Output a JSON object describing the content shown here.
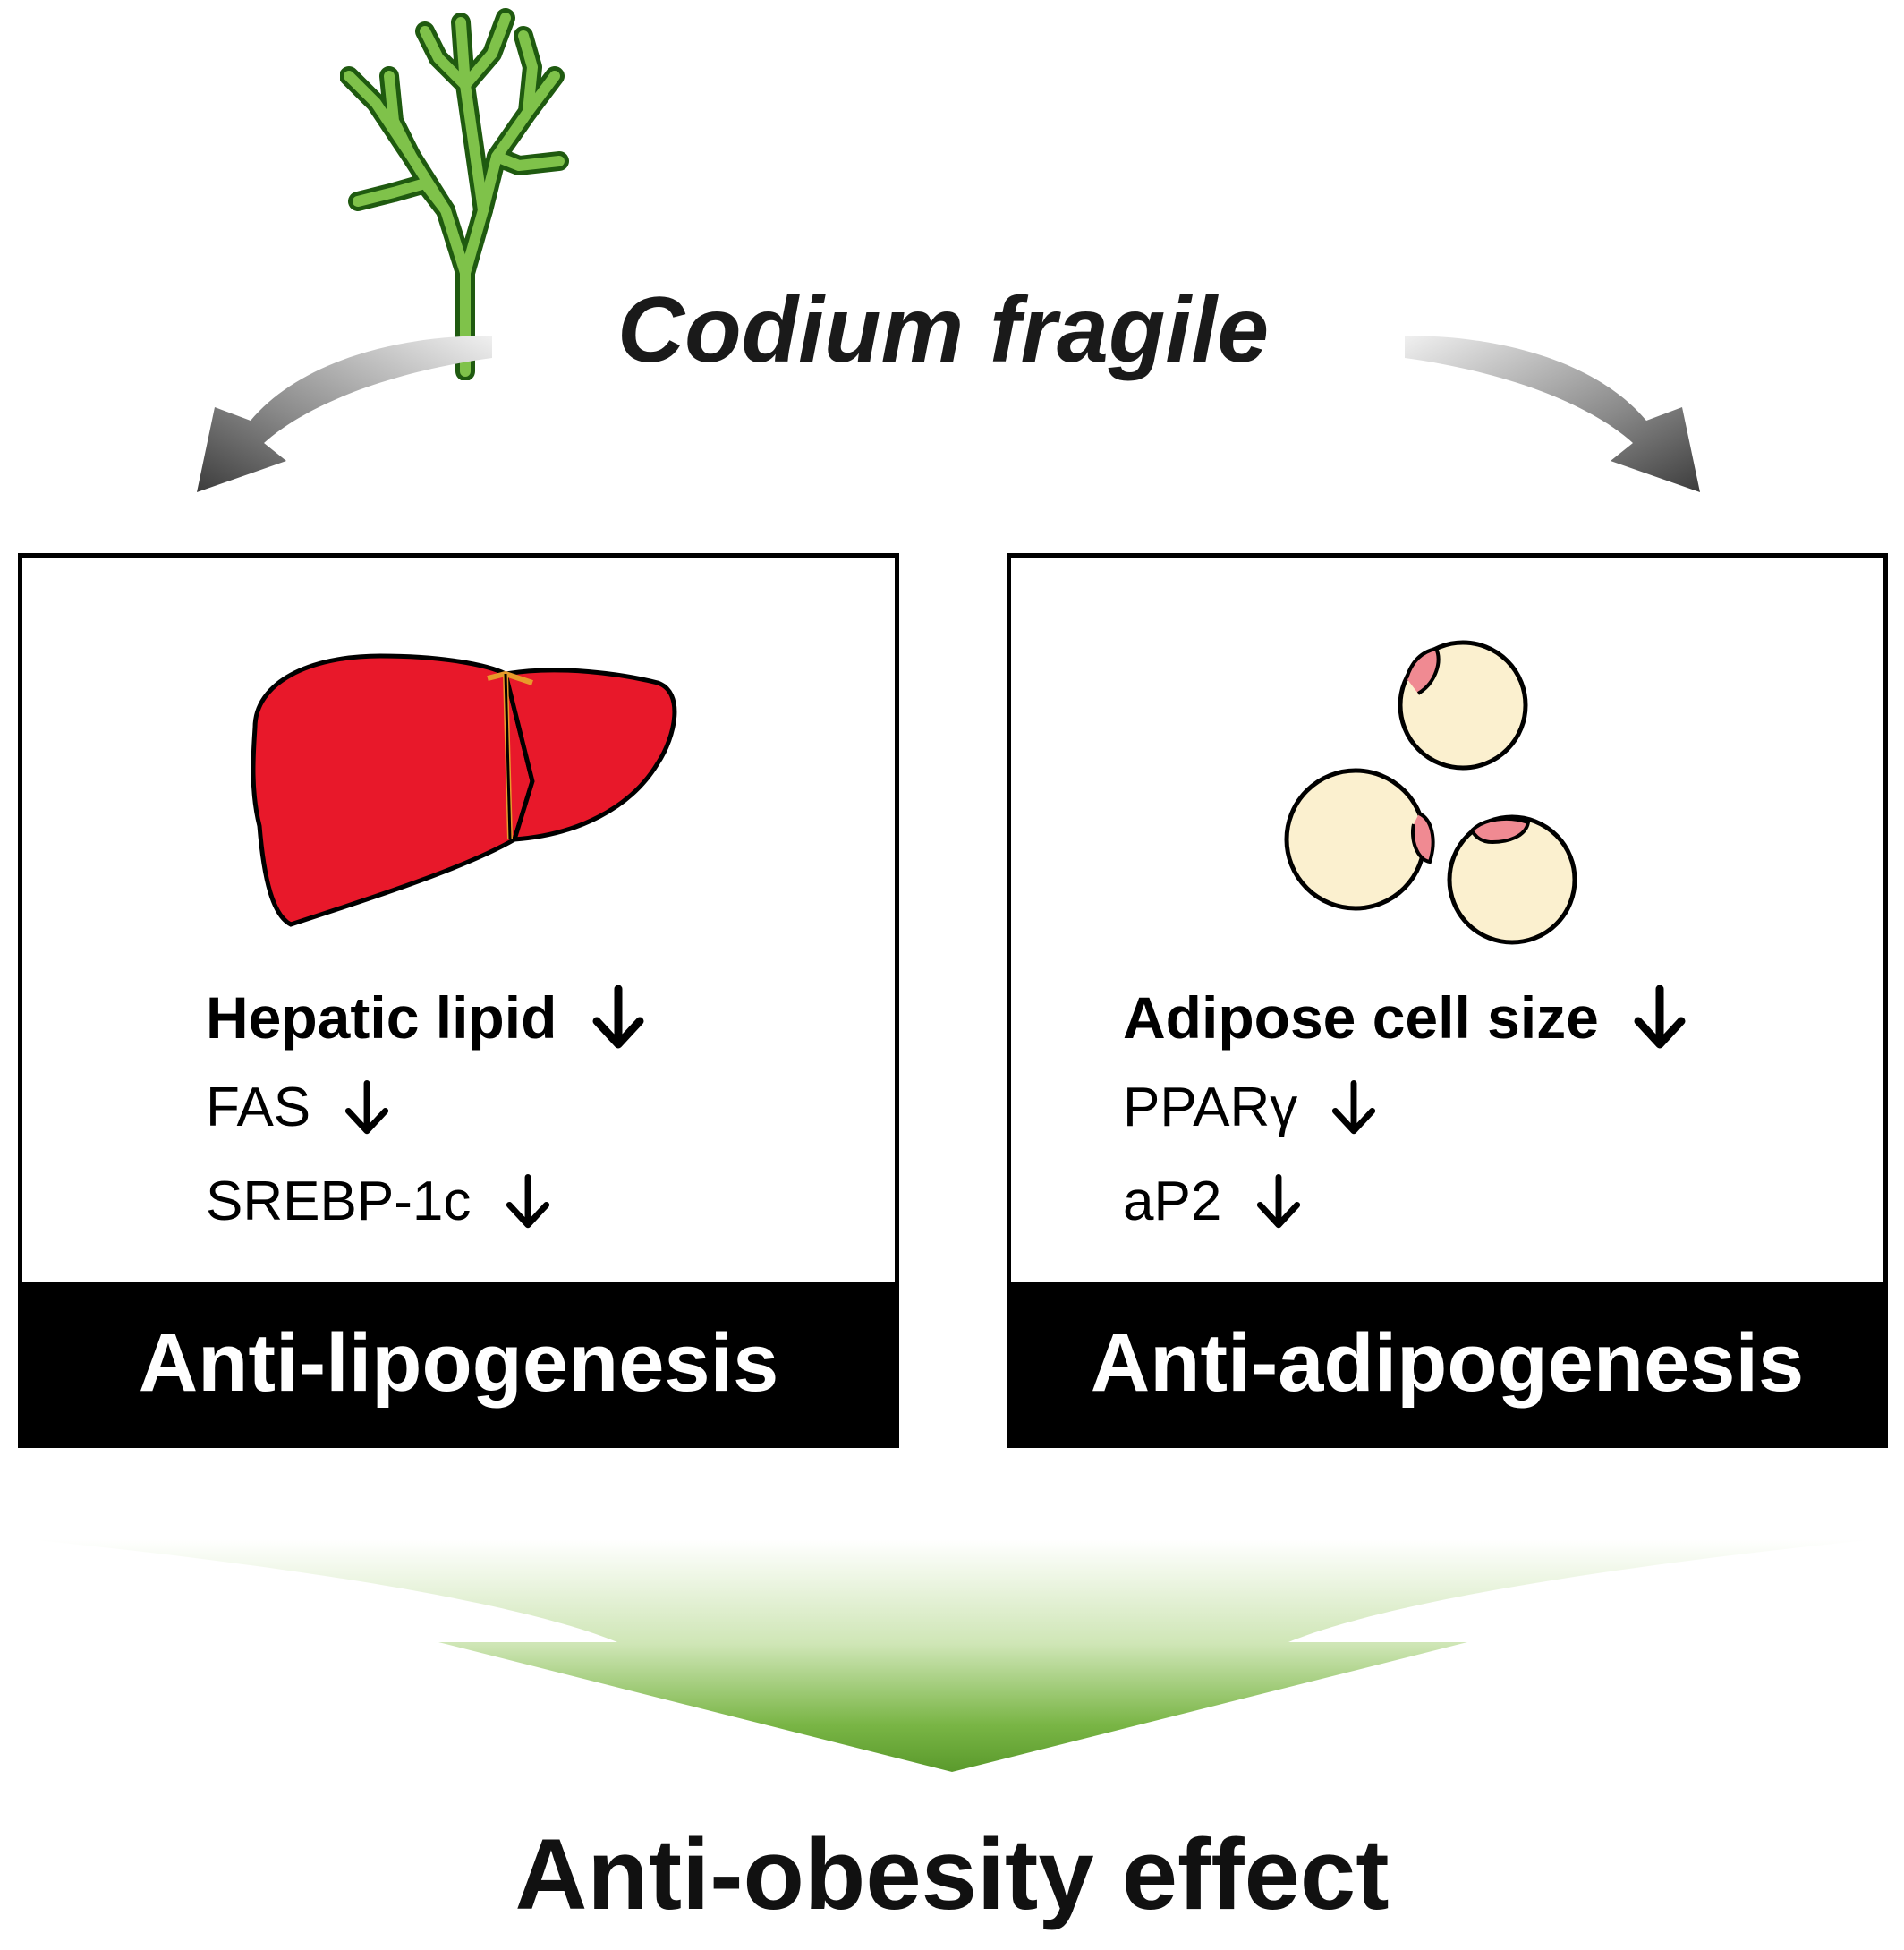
{
  "species": "Codium fragile",
  "left_panel": {
    "footer": "Anti-lipogenesis",
    "items": [
      {
        "label": "Hepatic lipid",
        "trend": "down"
      },
      {
        "label": "FAS",
        "trend": "down"
      },
      {
        "label": "SREBP-1c",
        "trend": "down"
      }
    ]
  },
  "right_panel": {
    "footer": "Anti-adipogenesis",
    "items": [
      {
        "label": "Adipose cell size",
        "trend": "down"
      },
      {
        "label": "PPARγ",
        "trend": "down"
      },
      {
        "label": "aP2",
        "trend": "down"
      }
    ]
  },
  "outcome": "Anti-obesity effect",
  "colors": {
    "seaweed_fill": "#7fc24a",
    "seaweed_stroke": "#1f5a10",
    "liver": "#e8182a",
    "adipocyte": "#fbf0cf",
    "lipid_droplet": "#f08a92",
    "outcome_arrow": "#6fae3c"
  },
  "icons": [
    "seaweed-icon",
    "liver-icon",
    "adipocyte-icon",
    "down-arrow-icon",
    "curved-arrow-icon",
    "convergence-arrow-icon"
  ]
}
